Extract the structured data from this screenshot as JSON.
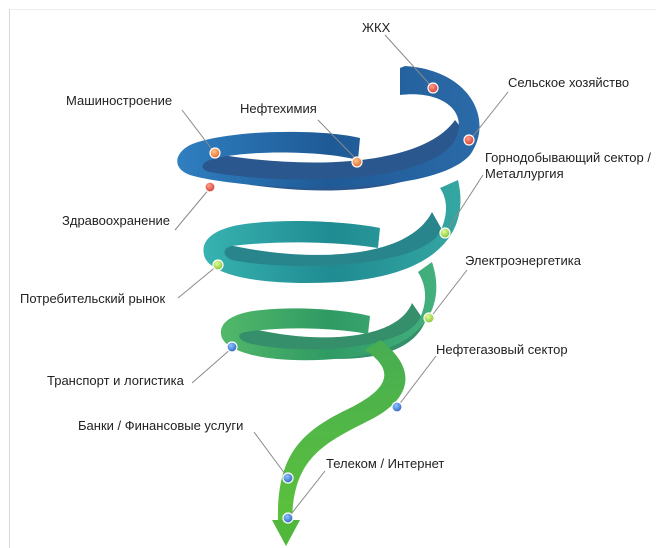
{
  "labels": {
    "zhkh": "ЖКХ",
    "agri": "Сельское хозяйство",
    "machine": "Машиностроение",
    "petrochem": "Нефтехимия",
    "mining": "Горнодобывающий сектор / Металлургия",
    "health": "Здравоохранение",
    "energy": "Электроэнергетика",
    "consumer": "Потребительский рынок",
    "oilgas": "Нефтегазовый сектор",
    "transport": "Транспорт и логистика",
    "banks": "Банки / Финансовые услуги",
    "telecom": "Телеком / Интернет"
  },
  "colors": {
    "ribbon_top": "#2d5f9e",
    "ribbon_mid": "#2aa6a0",
    "ribbon_bottom": "#4bb33a",
    "leader_line": "#8a8a8a",
    "text": "#222222"
  }
}
